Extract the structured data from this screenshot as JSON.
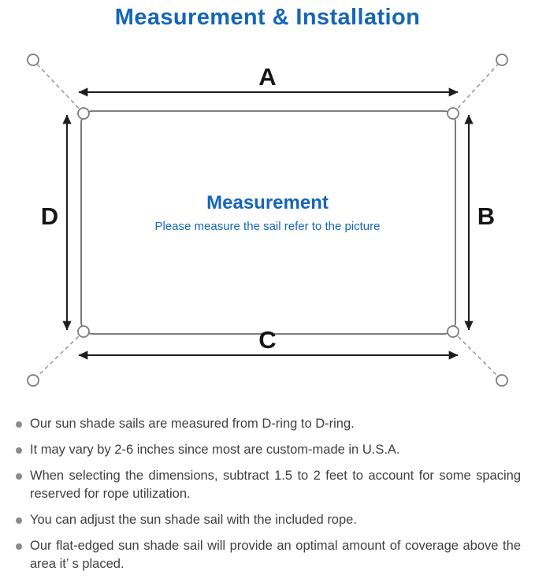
{
  "colors": {
    "accent": "#1566b8",
    "ink": "#1d1d1d",
    "text": "#3f3f3f",
    "line": "#6e6e6e",
    "rope": "#9b9b9b",
    "bullet": "#8a8a8a"
  },
  "page": {
    "title": "Measurement & Installation"
  },
  "diagram": {
    "side_labels": {
      "top": "A",
      "right": "B",
      "bottom": "C",
      "left": "D"
    },
    "center_title": "Measurement",
    "center_subtitle": "Please measure the sail refer to the picture"
  },
  "notes": {
    "items": [
      "Our sun shade sails are measured from D-ring to D-ring.",
      "It may vary by 2-6 inches since most are custom-made in U.S.A.",
      "When selecting the dimensions, subtract 1.5 to 2 feet to account for some spacing reserved for rope utilization.",
      "You can adjust the sun shade sail with the included rope.",
      "Our flat-edged sun shade sail will provide an optimal amount of coverage above the area it’ s placed."
    ]
  }
}
